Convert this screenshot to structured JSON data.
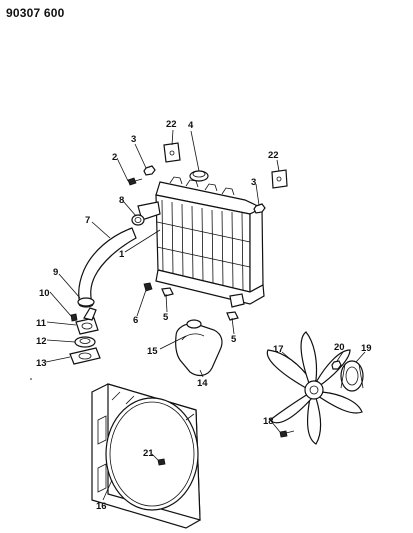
{
  "diagram": {
    "reference_code": "90307 600",
    "callouts": {
      "c1": "1",
      "c2": "2",
      "c3a": "3",
      "c3b": "3",
      "c4": "4",
      "c5a": "5",
      "c5b": "5",
      "c6": "6",
      "c7": "7",
      "c8": "8",
      "c9": "9",
      "c10": "10",
      "c11": "11",
      "c12": "12",
      "c13": "13",
      "c14": "14",
      "c15": "15",
      "c16": "16",
      "c17": "17",
      "c18": "18",
      "c19": "19",
      "c20": "20",
      "c21": "21",
      "c22a": "22",
      "c22b": "22"
    }
  }
}
